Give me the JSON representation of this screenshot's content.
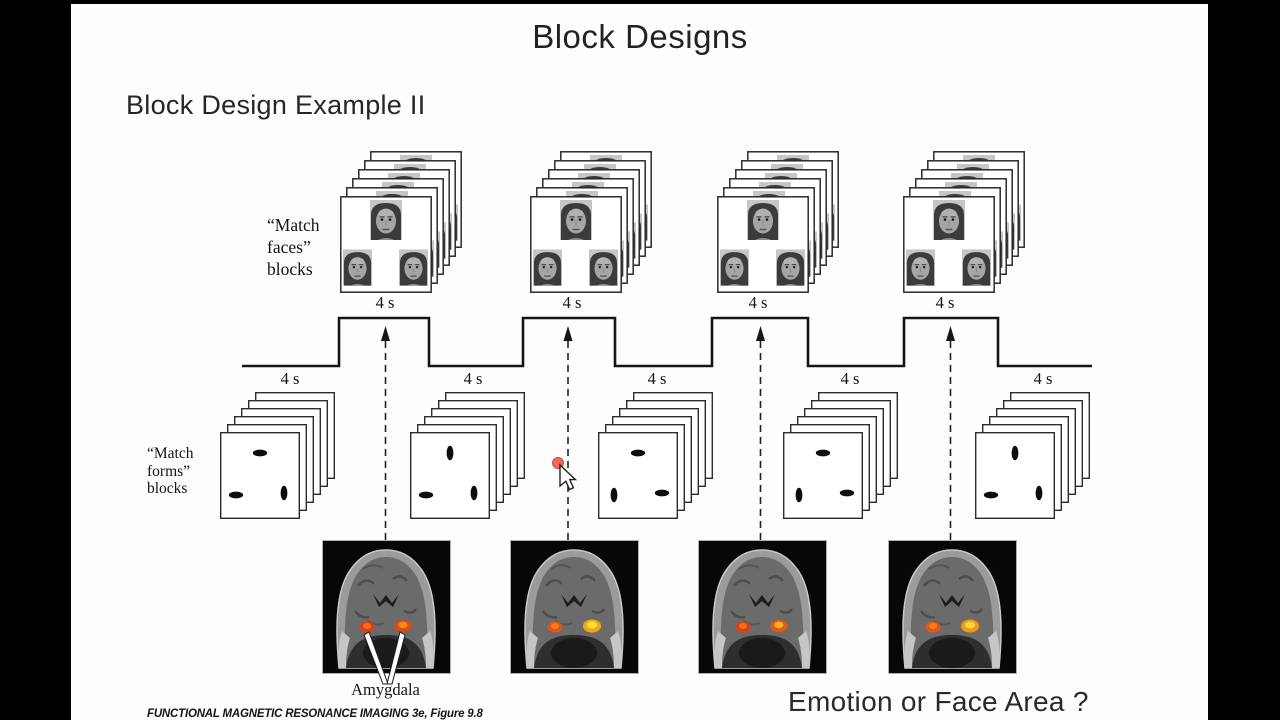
{
  "slide": {
    "title": "Block Designs",
    "subtitle": "Block Design Example II",
    "question": "Emotion or Face Area ?",
    "citation": "FUNCTIONAL MAGNETIC RESONANCE IMAGING 3e, Figure 9.8"
  },
  "figure": {
    "faces_label_lines": [
      "“Match",
      "faces”",
      "blocks"
    ],
    "forms_label_lines": [
      "“Match",
      "forms”",
      "blocks"
    ],
    "amygdala_label": "Amygdala",
    "cards_per_block": 6,
    "faces_blocks": [
      {
        "duration": "4 s"
      },
      {
        "duration": "4 s"
      },
      {
        "duration": "4 s"
      },
      {
        "duration": "4 s"
      }
    ],
    "forms_blocks": [
      {
        "duration": "4 s"
      },
      {
        "duration": "4 s"
      },
      {
        "duration": "4 s"
      },
      {
        "duration": "4 s"
      },
      {
        "duration": "4 s"
      }
    ],
    "forms_patterns": [
      [
        "h",
        "h",
        "v"
      ],
      [
        "v",
        "h",
        "v"
      ],
      [
        "h",
        "v",
        "h"
      ],
      [
        "h",
        "v",
        "h"
      ],
      [
        "v",
        "h",
        "v"
      ]
    ],
    "timeline": {
      "type": "boxcar",
      "alternating_conditions": [
        "Match forms",
        "Match faces"
      ],
      "block_duration": "4 s",
      "segments": [
        "forms",
        "faces",
        "forms",
        "faces",
        "forms",
        "faces",
        "forms",
        "faces",
        "forms"
      ]
    }
  },
  "brains": [
    {
      "left": "#dd3f12",
      "left_core": "#f2701c",
      "right": "#e04a12",
      "right_core": "#f58c1e"
    },
    {
      "left": "#e0551a",
      "left_core": "#f57c1e",
      "right": "#f5a80e",
      "right_core": "#fde23c"
    },
    {
      "left": "#dd3f12",
      "left_core": "#f2701c",
      "right": "#e85812",
      "right_core": "#f7b81e"
    },
    {
      "left": "#e0551a",
      "left_core": "#f57c1e",
      "right": "#f29a10",
      "right_core": "#fdd53c"
    }
  ],
  "cursor": {
    "dot_color": "#ed6a5a"
  },
  "colors": {
    "letterbox": "#000000",
    "slide_bg": "#fdfdfe",
    "ink": "#1c1c1c",
    "figure_line": "#161616"
  }
}
